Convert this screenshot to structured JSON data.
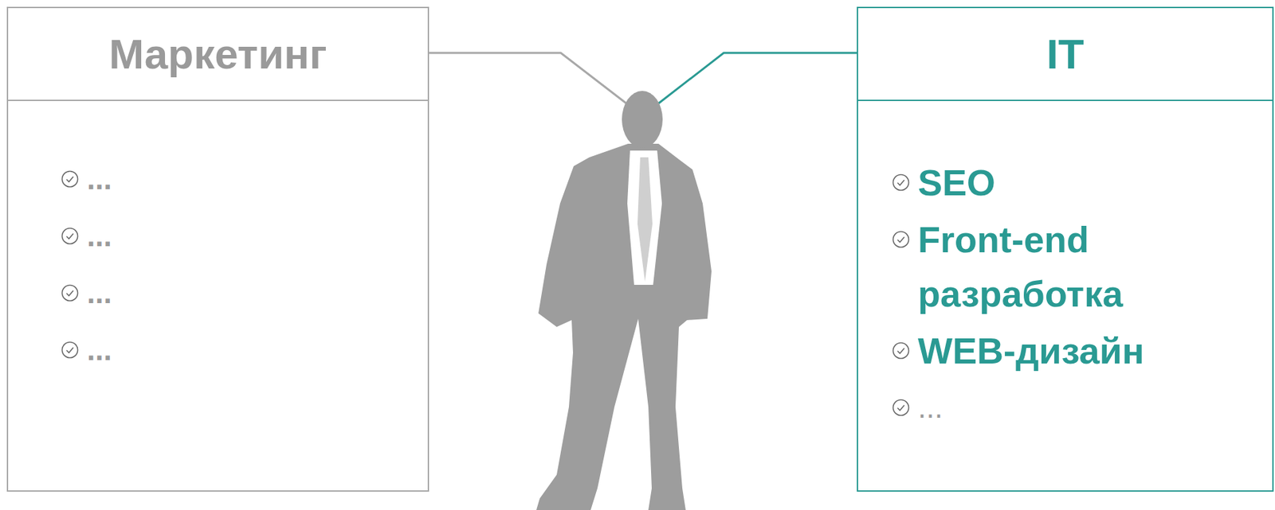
{
  "diagram": {
    "nodes": [
      {
        "text": [
          "Маркетинг",
          "...",
          "...",
          "...",
          "..."
        ]
      },
      {
        "text": [
          "IT",
          "SEO",
          "Front-end разработка",
          "WEB-дизайн",
          "..."
        ]
      }
    ]
  }
}
